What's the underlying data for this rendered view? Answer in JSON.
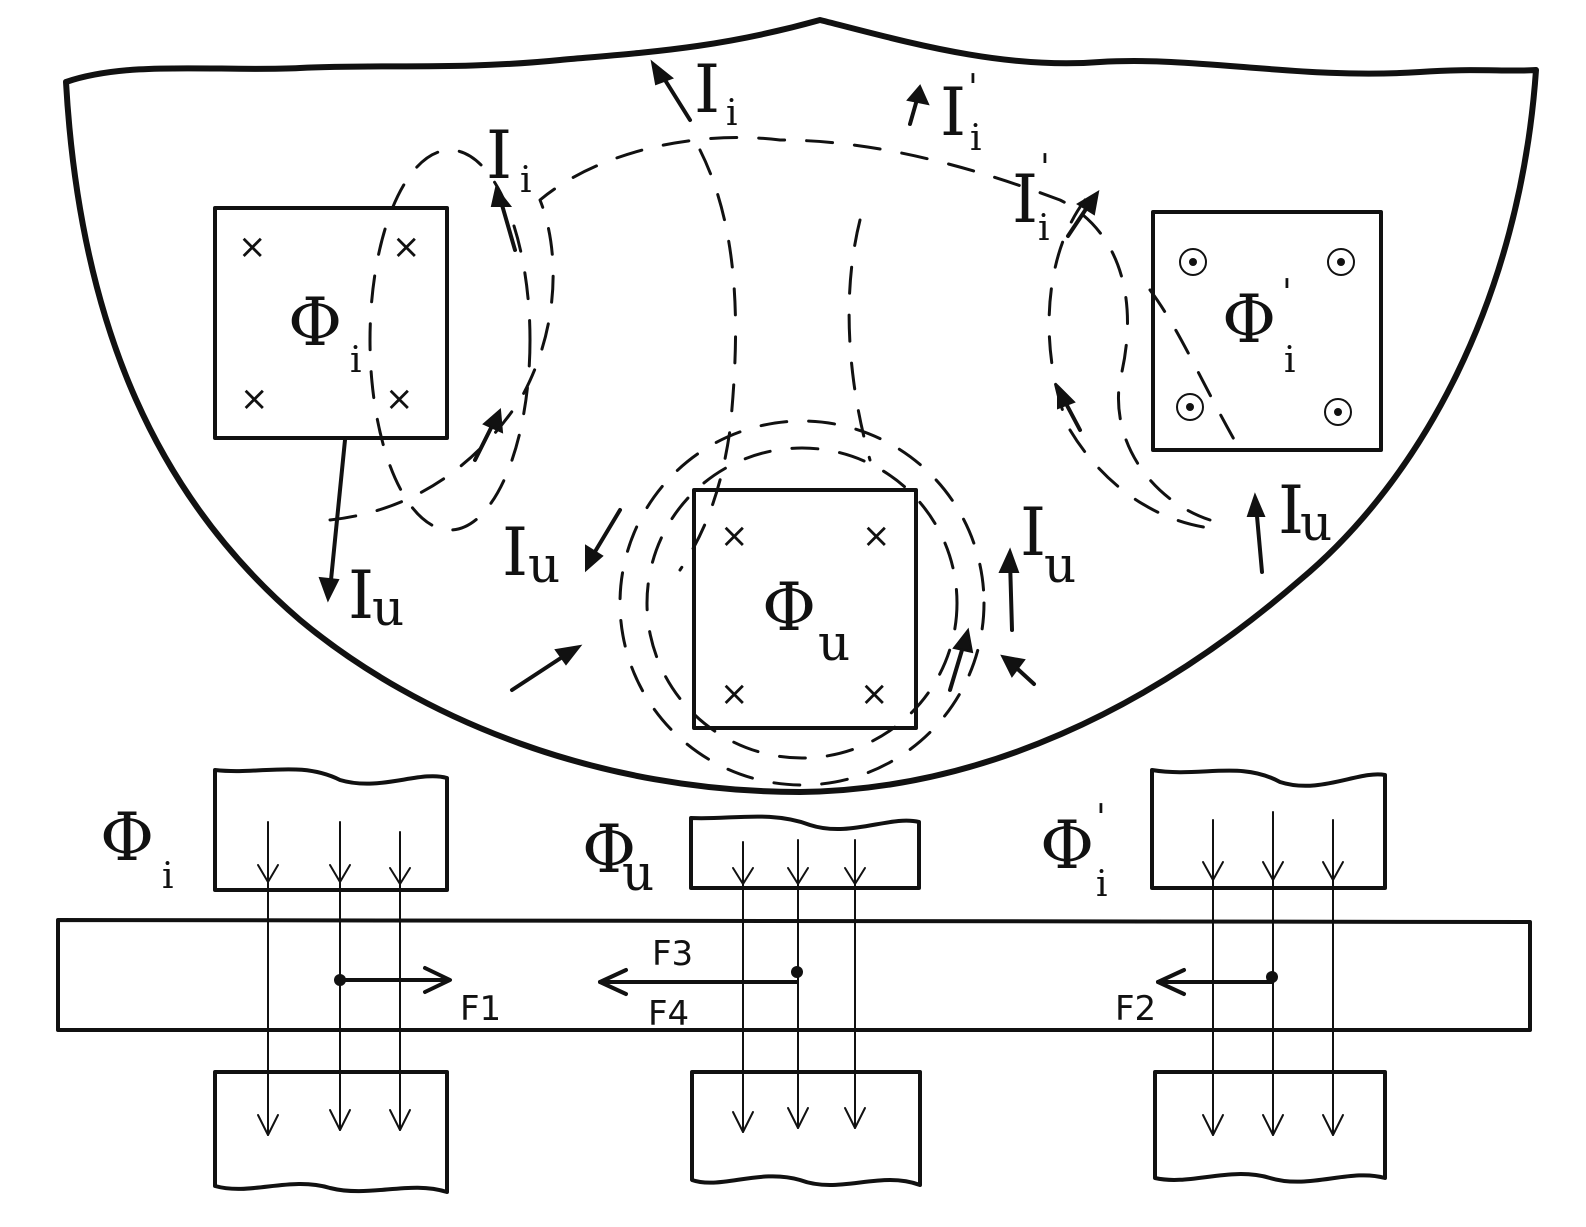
{
  "diagram": {
    "flux_labels": {
      "phi_i": {
        "base": "Φ",
        "sub": "i"
      },
      "phi_u": {
        "base": "Φ",
        "sub": "u"
      },
      "phi_i_prime": {
        "base": "Φ",
        "sub": "i",
        "prime": "'"
      }
    },
    "current_labels": {
      "I_i": {
        "base": "I",
        "sub": "i"
      },
      "I_i_prime": {
        "base": "I",
        "sub": "i",
        "prime": "'"
      },
      "I_u": {
        "base": "I",
        "sub": "u"
      }
    },
    "force_labels": {
      "F1": "F1",
      "F2": "F2",
      "F3": "F3",
      "F4": "F4"
    },
    "markers": {
      "into_page": "×",
      "out_of_page": "⊙"
    },
    "colors": {
      "ink": "#111111",
      "paper": "#ffffff"
    }
  }
}
